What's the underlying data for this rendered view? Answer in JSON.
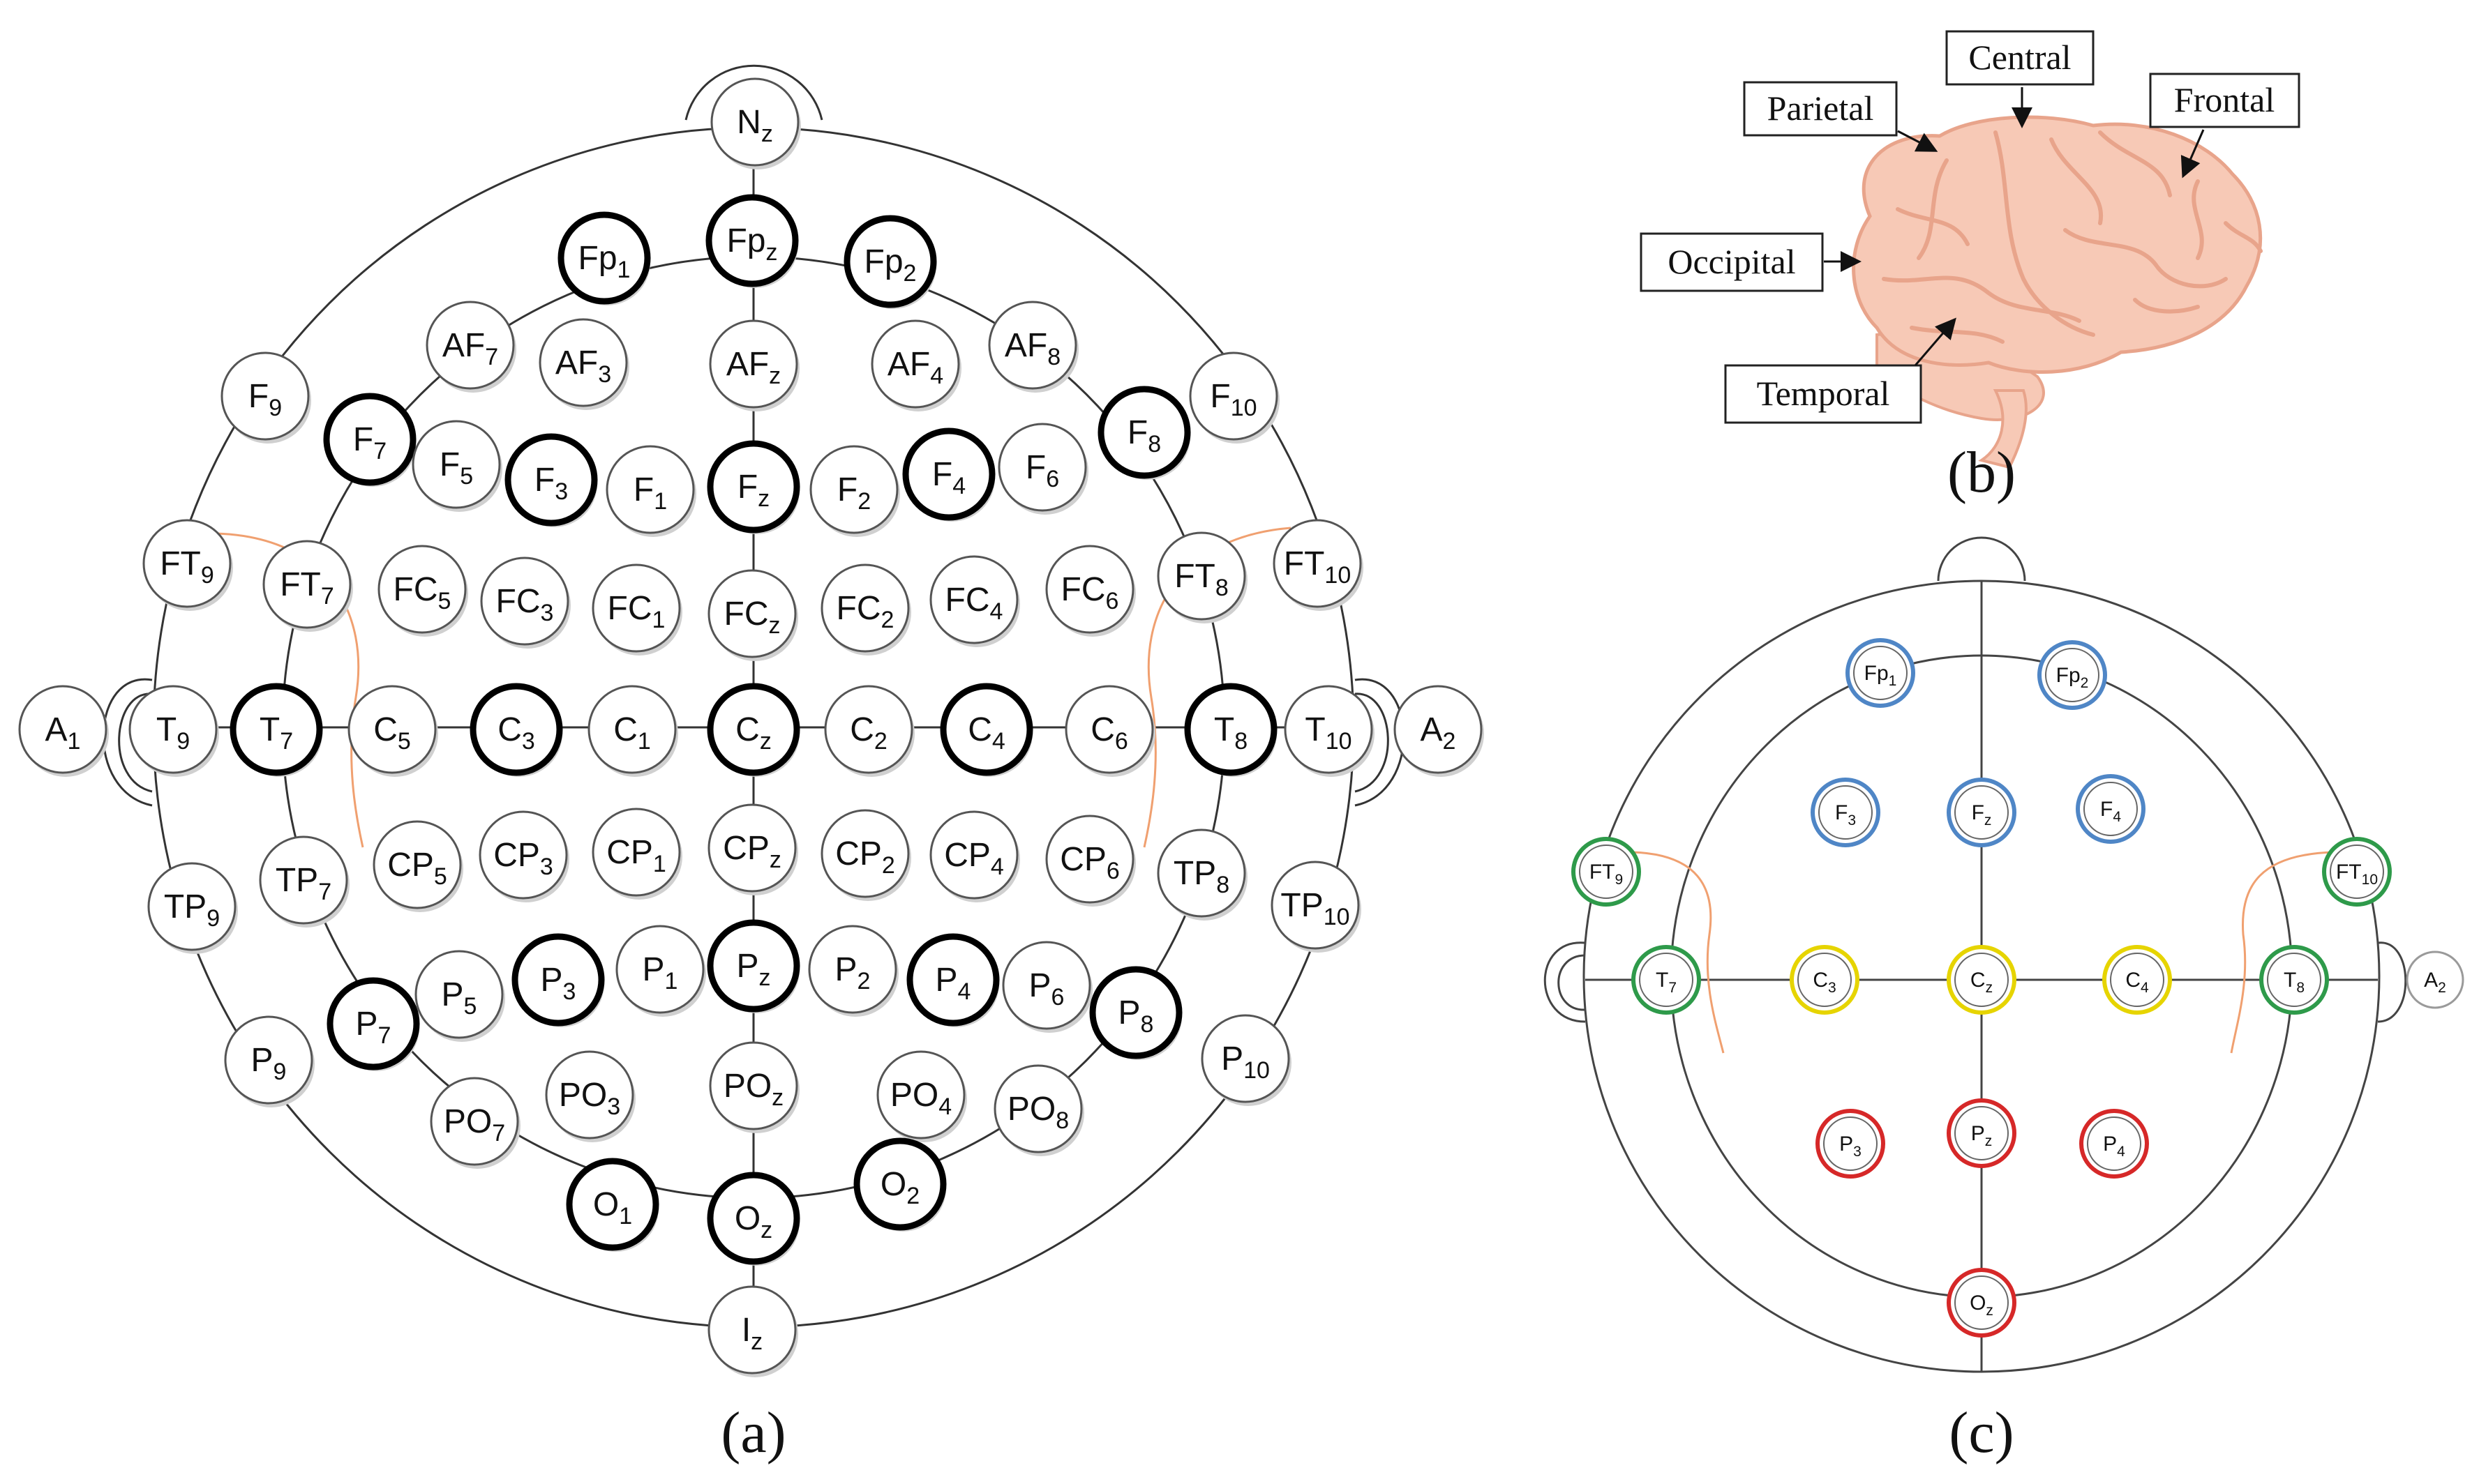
{
  "panels": {
    "a": {
      "caption": "(a)",
      "electrodes": [
        {
          "base": "N",
          "sub": "z",
          "style": "normal"
        },
        {
          "base": "Fp",
          "sub": "1",
          "style": "bold"
        },
        {
          "base": "Fp",
          "sub": "z",
          "style": "bold"
        },
        {
          "base": "Fp",
          "sub": "2",
          "style": "bold"
        },
        {
          "base": "AF",
          "sub": "7",
          "style": "normal"
        },
        {
          "base": "AF",
          "sub": "3",
          "style": "normal"
        },
        {
          "base": "AF",
          "sub": "z",
          "style": "normal"
        },
        {
          "base": "AF",
          "sub": "4",
          "style": "normal"
        },
        {
          "base": "AF",
          "sub": "8",
          "style": "normal"
        },
        {
          "base": "F",
          "sub": "9",
          "style": "normal"
        },
        {
          "base": "F",
          "sub": "7",
          "style": "bold"
        },
        {
          "base": "F",
          "sub": "5",
          "style": "normal"
        },
        {
          "base": "F",
          "sub": "3",
          "style": "bold"
        },
        {
          "base": "F",
          "sub": "1",
          "style": "normal"
        },
        {
          "base": "F",
          "sub": "z",
          "style": "bold"
        },
        {
          "base": "F",
          "sub": "2",
          "style": "normal"
        },
        {
          "base": "F",
          "sub": "4",
          "style": "bold"
        },
        {
          "base": "F",
          "sub": "6",
          "style": "normal"
        },
        {
          "base": "F",
          "sub": "8",
          "style": "bold"
        },
        {
          "base": "F",
          "sub": "10",
          "style": "normal"
        },
        {
          "base": "FT",
          "sub": "9",
          "style": "normal"
        },
        {
          "base": "FT",
          "sub": "7",
          "style": "normal"
        },
        {
          "base": "FC",
          "sub": "5",
          "style": "normal"
        },
        {
          "base": "FC",
          "sub": "3",
          "style": "normal"
        },
        {
          "base": "FC",
          "sub": "1",
          "style": "normal"
        },
        {
          "base": "FC",
          "sub": "z",
          "style": "normal"
        },
        {
          "base": "FC",
          "sub": "2",
          "style": "normal"
        },
        {
          "base": "FC",
          "sub": "4",
          "style": "normal"
        },
        {
          "base": "FC",
          "sub": "6",
          "style": "normal"
        },
        {
          "base": "FT",
          "sub": "8",
          "style": "normal"
        },
        {
          "base": "FT",
          "sub": "10",
          "style": "normal"
        },
        {
          "base": "A",
          "sub": "1",
          "style": "normal"
        },
        {
          "base": "T",
          "sub": "9",
          "style": "normal"
        },
        {
          "base": "T",
          "sub": "7",
          "style": "bold"
        },
        {
          "base": "C",
          "sub": "5",
          "style": "normal"
        },
        {
          "base": "C",
          "sub": "3",
          "style": "bold"
        },
        {
          "base": "C",
          "sub": "1",
          "style": "normal"
        },
        {
          "base": "C",
          "sub": "z",
          "style": "bold"
        },
        {
          "base": "C",
          "sub": "2",
          "style": "normal"
        },
        {
          "base": "C",
          "sub": "4",
          "style": "bold"
        },
        {
          "base": "C",
          "sub": "6",
          "style": "normal"
        },
        {
          "base": "T",
          "sub": "8",
          "style": "bold"
        },
        {
          "base": "T",
          "sub": "10",
          "style": "normal"
        },
        {
          "base": "A",
          "sub": "2",
          "style": "normal"
        },
        {
          "base": "TP",
          "sub": "9",
          "style": "normal"
        },
        {
          "base": "TP",
          "sub": "7",
          "style": "normal"
        },
        {
          "base": "CP",
          "sub": "5",
          "style": "normal"
        },
        {
          "base": "CP",
          "sub": "3",
          "style": "normal"
        },
        {
          "base": "CP",
          "sub": "1",
          "style": "normal"
        },
        {
          "base": "CP",
          "sub": "z",
          "style": "normal"
        },
        {
          "base": "CP",
          "sub": "2",
          "style": "normal"
        },
        {
          "base": "CP",
          "sub": "4",
          "style": "normal"
        },
        {
          "base": "CP",
          "sub": "6",
          "style": "normal"
        },
        {
          "base": "TP",
          "sub": "8",
          "style": "normal"
        },
        {
          "base": "TP",
          "sub": "10",
          "style": "normal"
        },
        {
          "base": "P",
          "sub": "9",
          "style": "normal"
        },
        {
          "base": "P",
          "sub": "7",
          "style": "bold"
        },
        {
          "base": "P",
          "sub": "5",
          "style": "normal"
        },
        {
          "base": "P",
          "sub": "3",
          "style": "bold"
        },
        {
          "base": "P",
          "sub": "1",
          "style": "normal"
        },
        {
          "base": "P",
          "sub": "z",
          "style": "bold"
        },
        {
          "base": "P",
          "sub": "2",
          "style": "normal"
        },
        {
          "base": "P",
          "sub": "4",
          "style": "bold"
        },
        {
          "base": "P",
          "sub": "6",
          "style": "normal"
        },
        {
          "base": "P",
          "sub": "8",
          "style": "bold"
        },
        {
          "base": "P",
          "sub": "10",
          "style": "normal"
        },
        {
          "base": "PO",
          "sub": "7",
          "style": "normal"
        },
        {
          "base": "PO",
          "sub": "3",
          "style": "normal"
        },
        {
          "base": "PO",
          "sub": "z",
          "style": "normal"
        },
        {
          "base": "PO",
          "sub": "4",
          "style": "normal"
        },
        {
          "base": "PO",
          "sub": "8",
          "style": "normal"
        },
        {
          "base": "O",
          "sub": "1",
          "style": "bold"
        },
        {
          "base": "O",
          "sub": "z",
          "style": "bold"
        },
        {
          "base": "O",
          "sub": "2",
          "style": "bold"
        },
        {
          "base": "I",
          "sub": "z",
          "style": "normal"
        }
      ]
    },
    "b": {
      "caption": "(b)",
      "region_labels": [
        "Parietal",
        "Central",
        "Frontal",
        "Occipital",
        "Temporal"
      ]
    },
    "c": {
      "caption": "(c)",
      "electrodes": [
        {
          "base": "Fp",
          "sub": "1",
          "group": "frontal"
        },
        {
          "base": "Fp",
          "sub": "2",
          "group": "frontal"
        },
        {
          "base": "F",
          "sub": "3",
          "group": "frontal"
        },
        {
          "base": "F",
          "sub": "z",
          "group": "frontal"
        },
        {
          "base": "F",
          "sub": "4",
          "group": "frontal"
        },
        {
          "base": "FT",
          "sub": "9",
          "group": "temporal"
        },
        {
          "base": "FT",
          "sub": "10",
          "group": "temporal"
        },
        {
          "base": "T",
          "sub": "7",
          "group": "temporal"
        },
        {
          "base": "T",
          "sub": "8",
          "group": "temporal"
        },
        {
          "base": "C",
          "sub": "3",
          "group": "central"
        },
        {
          "base": "C",
          "sub": "z",
          "group": "central"
        },
        {
          "base": "C",
          "sub": "4",
          "group": "central"
        },
        {
          "base": "P",
          "sub": "3",
          "group": "parietal"
        },
        {
          "base": "P",
          "sub": "z",
          "group": "parietal"
        },
        {
          "base": "P",
          "sub": "4",
          "group": "parietal"
        },
        {
          "base": "O",
          "sub": "z",
          "group": "parietal"
        },
        {
          "base": "A",
          "sub": "2",
          "group": "reference"
        }
      ],
      "group_colors": {
        "frontal": "#4f86c6",
        "temporal": "#2e9a4a",
        "central": "#e6d400",
        "parietal": "#d62828",
        "reference": "#9a9a9a"
      }
    }
  },
  "colors": {
    "ear_line": "#f0a070",
    "brain_fill": "#f7c9b6",
    "brain_stroke": "#e8a48b"
  }
}
